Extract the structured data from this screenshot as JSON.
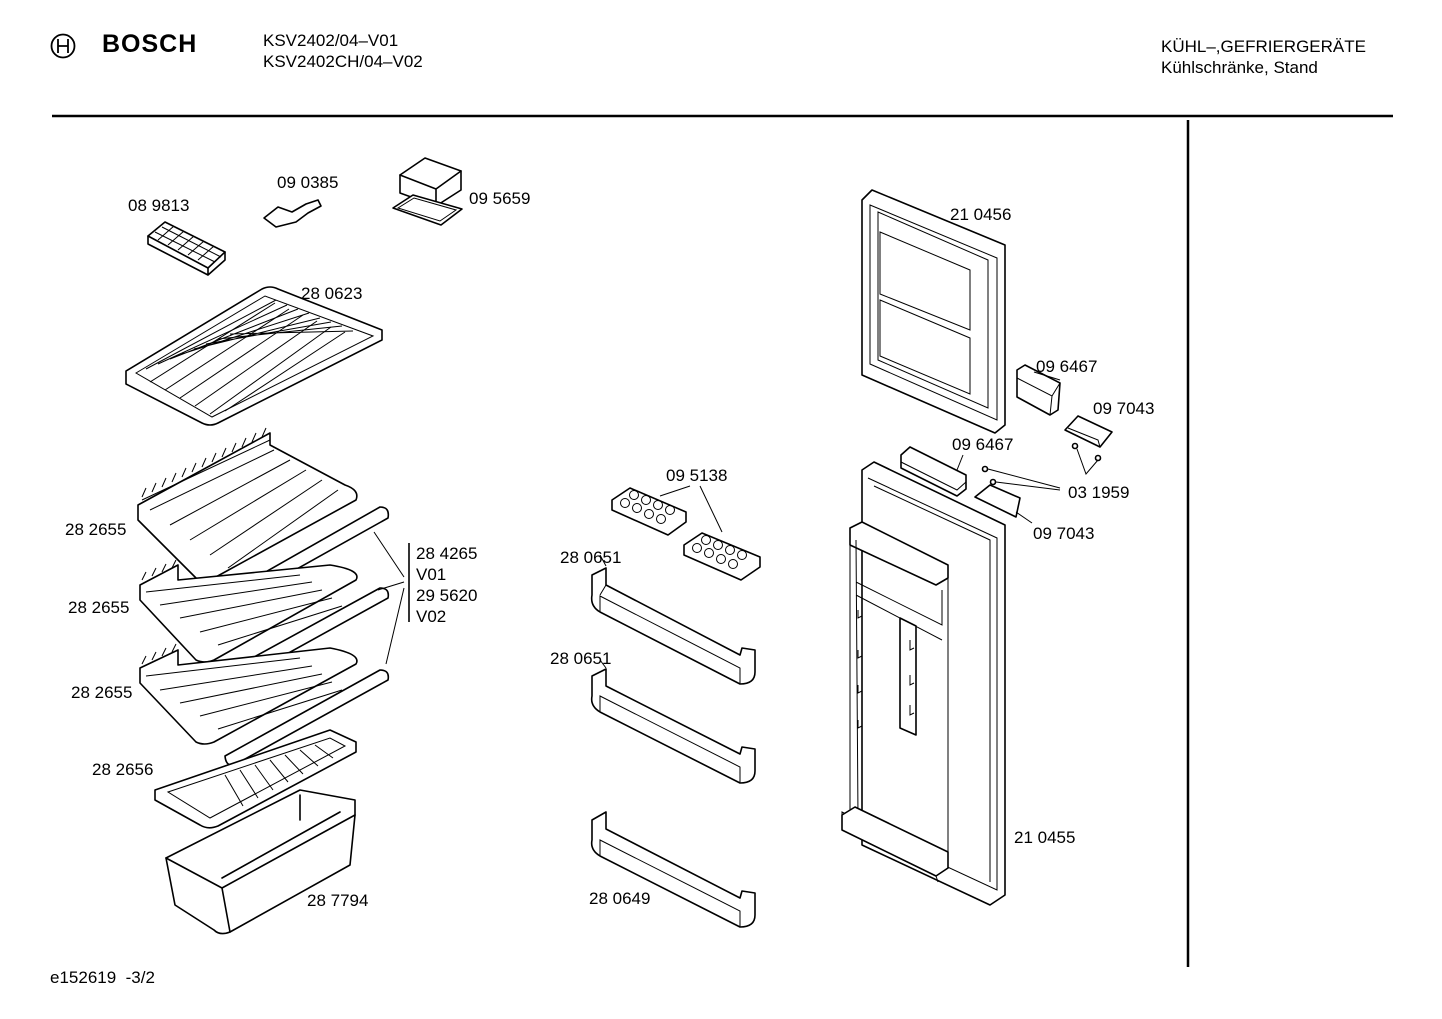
{
  "header": {
    "brand": "BOSCH",
    "models": [
      "KSV2402/04–V01",
      "KSV2402CH/04–V02"
    ],
    "category": [
      "KÜHL–,GEFRIERGERÄTE",
      "Kühlschränke, Stand"
    ]
  },
  "footer": {
    "doc_id": "e152619",
    "page": "-3/2"
  },
  "parts": {
    "ice_tray": "08 9813",
    "scraper": "09 0385",
    "freezer_box": "09 5659",
    "wire_shelf": "28 0623",
    "glass_shelf_1": "28 2655",
    "glass_shelf_2": "28 2655",
    "glass_shelf_3": "28 2655",
    "shelf_trim_a": "28 4265",
    "shelf_trim_a_var": "V01",
    "shelf_trim_b": "29 5620",
    "shelf_trim_b_var": "V02",
    "crisper_cover": "28 2656",
    "crisper_drawer": "28 7794",
    "egg_tray": "09 5138",
    "door_shelf_1": "28 0651",
    "door_shelf_2": "28 0651",
    "door_shelf_3": "28 0649",
    "freezer_door": "21 0456",
    "hinge_cover_top": "09 6467",
    "hinge_bracket_top": "09 7043",
    "hinge_cover_mid": "09 6467",
    "screw": "03 1959",
    "hinge_bracket_mid": "09 7043",
    "fridge_door": "21 0455"
  }
}
